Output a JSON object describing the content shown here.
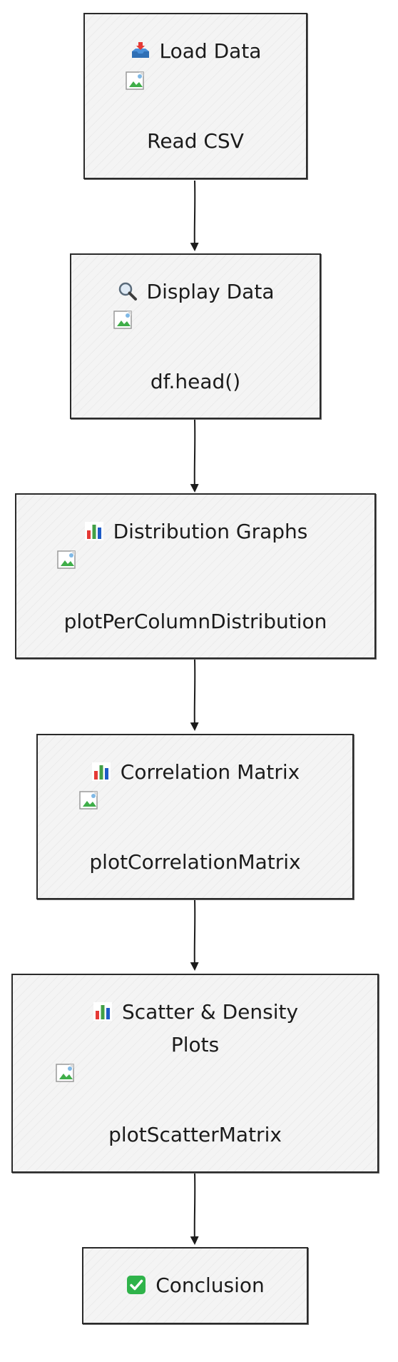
{
  "nodes": [
    {
      "id": "load-data",
      "icon": "inbox-tray-icon",
      "title": "Load Data",
      "subtitle": "Read CSV"
    },
    {
      "id": "display-data",
      "icon": "magnifier-icon",
      "title": "Display Data",
      "subtitle": "df.head()"
    },
    {
      "id": "distribution-graphs",
      "icon": "bar-chart-icon",
      "title": "Distribution Graphs",
      "subtitle": "plotPerColumnDistribution"
    },
    {
      "id": "correlation-matrix",
      "icon": "bar-chart-icon",
      "title": "Correlation Matrix",
      "subtitle": "plotCorrelationMatrix"
    },
    {
      "id": "scatter-density",
      "icon": "bar-chart-icon",
      "title_line1": "Scatter & Density",
      "title_line2": "Plots",
      "subtitle": "plotScatterMatrix"
    },
    {
      "id": "conclusion",
      "icon": "check-mark-icon",
      "title": "Conclusion"
    }
  ],
  "colors": {
    "stroke": "#2a2a2a",
    "fill": "#f4f4f4",
    "check_green": "#2fb34a"
  }
}
